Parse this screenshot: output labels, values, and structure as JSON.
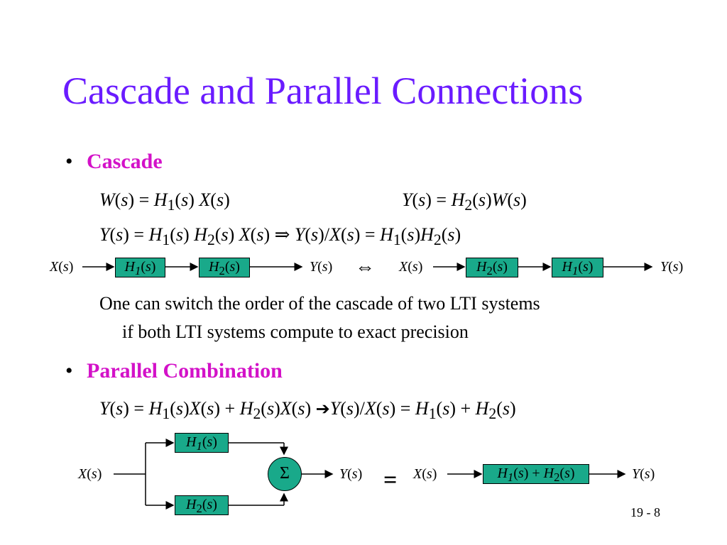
{
  "title": "Cascade and Parallel Connections",
  "bullets": {
    "cascade": "Cascade",
    "parallel": "Parallel Combination",
    "marker": "•"
  },
  "cascade": {
    "eq_w": "W(s) = H1(s) X(s)",
    "eq_y2": "Y(s) = H2(s)W(s)",
    "eq_y": "Y(s) = H1(s) H2(s) X(s) ⇒ Y(s)/X(s) = H1(s)H2(s)",
    "diagram_left": {
      "input": "X(s)",
      "block1": "H1(s)",
      "block2": "H2(s)",
      "output": "Y(s)"
    },
    "equiv_symbol": "⇔",
    "diagram_right": {
      "input": "X(s)",
      "block1": "H2(s)",
      "block2": "H1(s)",
      "output": "Y(s)"
    },
    "note_line1": "One can switch the order of the cascade of two LTI systems",
    "note_line2": "if both LTI systems compute to exact precision"
  },
  "parallel": {
    "eq": "Y(s) = H1(s)X(s) + H2(s)X(s) ➔Y(s)/X(s) = H1(s) + H2(s)",
    "diagram_left": {
      "input": "X(s)",
      "top_block": "H1(s)",
      "bottom_block": "H2(s)",
      "sum": "Σ",
      "output": "Y(s)"
    },
    "equals_symbol": "=",
    "diagram_right": {
      "input": "X(s)",
      "block": "H1(s) + H2(s)",
      "output": "Y(s)"
    }
  },
  "page_number": "19 - 8",
  "colors": {
    "title": "#6a1bff",
    "bullet": "#d311c8",
    "block_fill": "#19a98a"
  }
}
